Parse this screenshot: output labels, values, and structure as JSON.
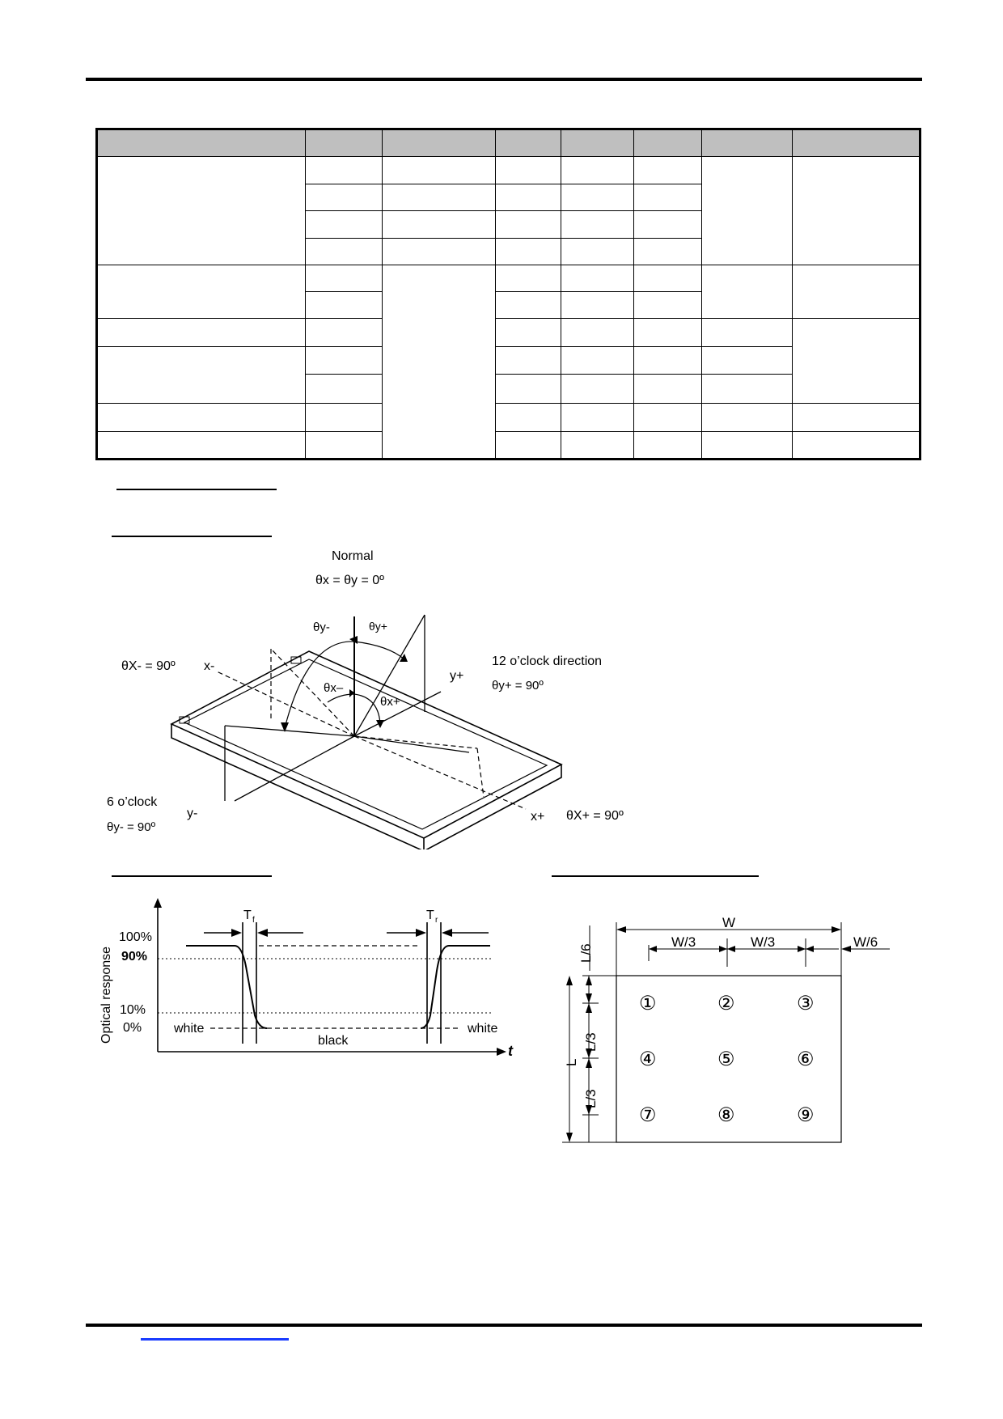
{
  "viewing_diagram": {
    "normal": "Normal",
    "normal_angle": "θx = θy = 0º",
    "theta_y_minus": "θy-",
    "theta_y_plus": "θy+",
    "theta_x_minus_90": "θX- = 90º",
    "x_minus": "x-",
    "y_plus": "y+",
    "twelve_oclock": "12 o’clock direction",
    "theta_y_plus_90": "θy+ = 90º",
    "theta_x_minus": "θx–",
    "theta_x_plus": "θx+",
    "six_oclock": "6 o’clock",
    "theta_y_minus_90": "θy- = 90º",
    "y_minus": "y-",
    "x_plus": "x+",
    "theta_x_plus_90": "θX+ = 90º"
  },
  "response_diagram": {
    "y_axis_label": "Optical response",
    "tf": "T",
    "tf_sub": "f",
    "tr": "T",
    "tr_sub": "r",
    "pct_100": "100%",
    "pct_90": "90%",
    "pct_10": "10%",
    "pct_0": "0%",
    "white_left": "white",
    "black": "black",
    "white_right": "white",
    "t_axis": "t"
  },
  "points_diagram": {
    "w": "W",
    "w3a": "W/3",
    "w3b": "W/3",
    "w6": "W/6",
    "l6": "L/6",
    "l3a": "L/3",
    "l3b": "L/3",
    "l": "L",
    "points": [
      "①",
      "②",
      "③",
      "④",
      "⑤",
      "⑥",
      "⑦",
      "⑧",
      "⑨"
    ]
  }
}
